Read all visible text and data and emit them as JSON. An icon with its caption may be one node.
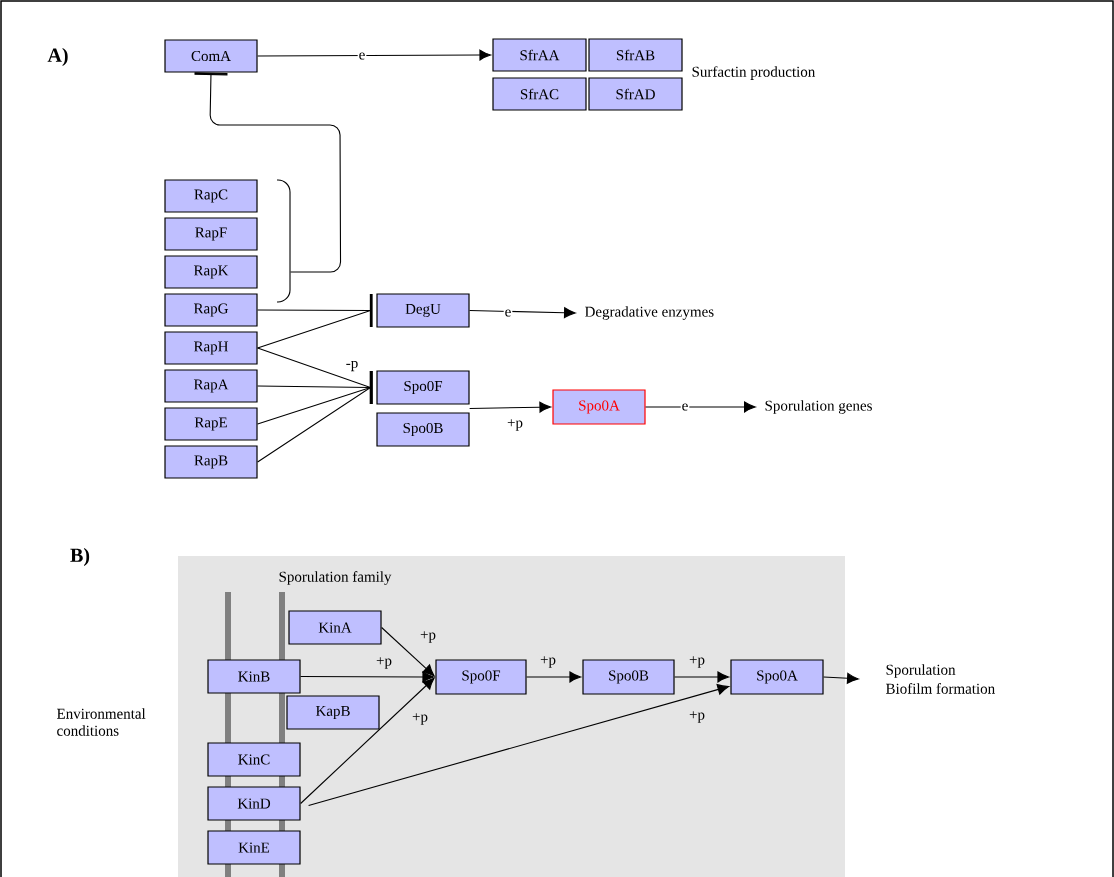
{
  "diagram": {
    "nodes": [
      {
        "text": [
          "ComA"
        ]
      },
      {
        "text": [
          "SfrAA"
        ]
      },
      {
        "text": [
          "SfrAB"
        ]
      },
      {
        "text": [
          "SfrAC"
        ]
      },
      {
        "text": [
          "SfrAD"
        ]
      },
      {
        "text": [
          "RapC"
        ]
      },
      {
        "text": [
          "RapF"
        ]
      },
      {
        "text": [
          "RapK"
        ]
      },
      {
        "text": [
          "RapG"
        ]
      },
      {
        "text": [
          "RapH"
        ]
      },
      {
        "text": [
          "RapA"
        ]
      },
      {
        "text": [
          "RapE"
        ]
      },
      {
        "text": [
          "RapB"
        ]
      },
      {
        "text": [
          "DegU"
        ]
      },
      {
        "text": [
          "Degradative enzymes"
        ]
      },
      {
        "text": [
          "Spo0F"
        ]
      },
      {
        "text": [
          "Spo0B"
        ]
      },
      {
        "text": [
          "Spo0A"
        ]
      },
      {
        "text": [
          "Sporulation genes"
        ]
      },
      {
        "text": [
          "KinA"
        ]
      },
      {
        "text": [
          "KinB"
        ]
      },
      {
        "text": [
          "KapB"
        ]
      },
      {
        "text": [
          "KinC"
        ]
      },
      {
        "text": [
          "KinD"
        ]
      },
      {
        "text": [
          "KinE"
        ]
      },
      {
        "text": [
          "Spo0F"
        ]
      },
      {
        "text": [
          "Spo0B"
        ]
      },
      {
        "text": [
          "Spo0A"
        ]
      },
      {
        "text": [
          "Sporulation",
          "Biofilm formation"
        ]
      },
      {
        "text": [],
        "shape": "bracket"
      }
    ],
    "edges": [
      {
        "from": 0,
        "to": 1,
        "arrow": "to",
        "label": "e"
      },
      {
        "from": 29,
        "to": 0,
        "arrow": "other"
      },
      {
        "from": 8,
        "to": 13,
        "arrow": "other"
      },
      {
        "from": 9,
        "to": 13,
        "arrow": "other"
      },
      {
        "from": 9,
        "to": 15,
        "arrow": "other",
        "label": "-p"
      },
      {
        "from": 10,
        "to": 15,
        "arrow": "other"
      },
      {
        "from": 11,
        "to": 15,
        "arrow": "other"
      },
      {
        "from": 12,
        "to": 15,
        "arrow": "other"
      },
      {
        "from": 13,
        "to": 14,
        "arrow": "to",
        "label": "e"
      },
      {
        "from": 15,
        "to": 17,
        "arrow": "to",
        "label": "+p"
      },
      {
        "from": 16,
        "to": 17,
        "arrow": "to"
      },
      {
        "from": 17,
        "to": 18,
        "arrow": "to",
        "label": "e"
      },
      {
        "from": 19,
        "to": 25,
        "arrow": "to",
        "label": "+p"
      },
      {
        "from": 20,
        "to": 25,
        "arrow": "to",
        "label": "+p"
      },
      {
        "from": 23,
        "to": 25,
        "arrow": "to",
        "label": "+p"
      },
      {
        "from": 25,
        "to": 26,
        "arrow": "to",
        "label": "+p"
      },
      {
        "from": 26,
        "to": 27,
        "arrow": "to",
        "label": "+p"
      },
      {
        "from": 23,
        "to": 27,
        "arrow": "to",
        "label": "+p"
      },
      {
        "from": 27,
        "to": 28,
        "arrow": "to"
      }
    ],
    "labels": [
      "A)",
      "Surfactin production",
      "B)",
      "Sporulation family",
      "Environmental conditions"
    ]
  }
}
